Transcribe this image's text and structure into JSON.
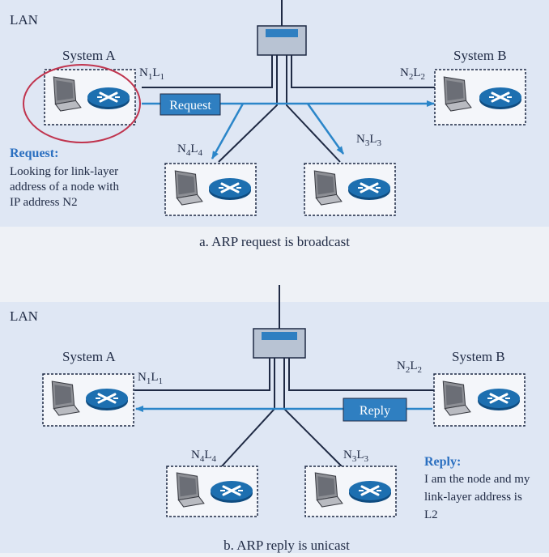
{
  "panel_a": {
    "lan_label": "LAN",
    "system_a": "System A",
    "system_b": "System B",
    "n1": "N",
    "n1_sub": "1",
    "l1": "L",
    "l1_sub": "1",
    "n2": "N",
    "n2_sub": "2",
    "l2": "L",
    "l2_sub": "2",
    "n3": "N",
    "n3_sub": "3",
    "l3": "L",
    "l3_sub": "3",
    "n4": "N",
    "n4_sub": "4",
    "l4": "L",
    "l4_sub": "4",
    "message": "Request",
    "note_head": "Request:",
    "note_lines": [
      "Looking for link-layer",
      "address of a node with",
      "IP address N2"
    ],
    "caption": "a. ARP request is broadcast"
  },
  "panel_b": {
    "lan_label": "LAN",
    "system_a": "System A",
    "system_b": "System B",
    "n1": "N",
    "n1_sub": "1",
    "l1": "L",
    "l1_sub": "1",
    "n2": "N",
    "n2_sub": "2",
    "l2": "L",
    "l2_sub": "2",
    "n3": "N",
    "n3_sub": "3",
    "l3": "L",
    "l3_sub": "3",
    "n4": "N",
    "n4_sub": "4",
    "l4": "L",
    "l4_sub": "4",
    "message": "Reply",
    "note_head": "Reply:",
    "note_lines": [
      "I am the node and my",
      "link-layer address is",
      "L2"
    ],
    "caption": "b. ARP reply is unicast"
  },
  "colors": {
    "panel": "#dfe7f4",
    "line": "#1f2a44",
    "arrow": "#2b86c9",
    "message_box": "#2f7fc1",
    "router": "#1d6fb0",
    "circle": "#c0344e",
    "accent": "#2a6fc0"
  }
}
